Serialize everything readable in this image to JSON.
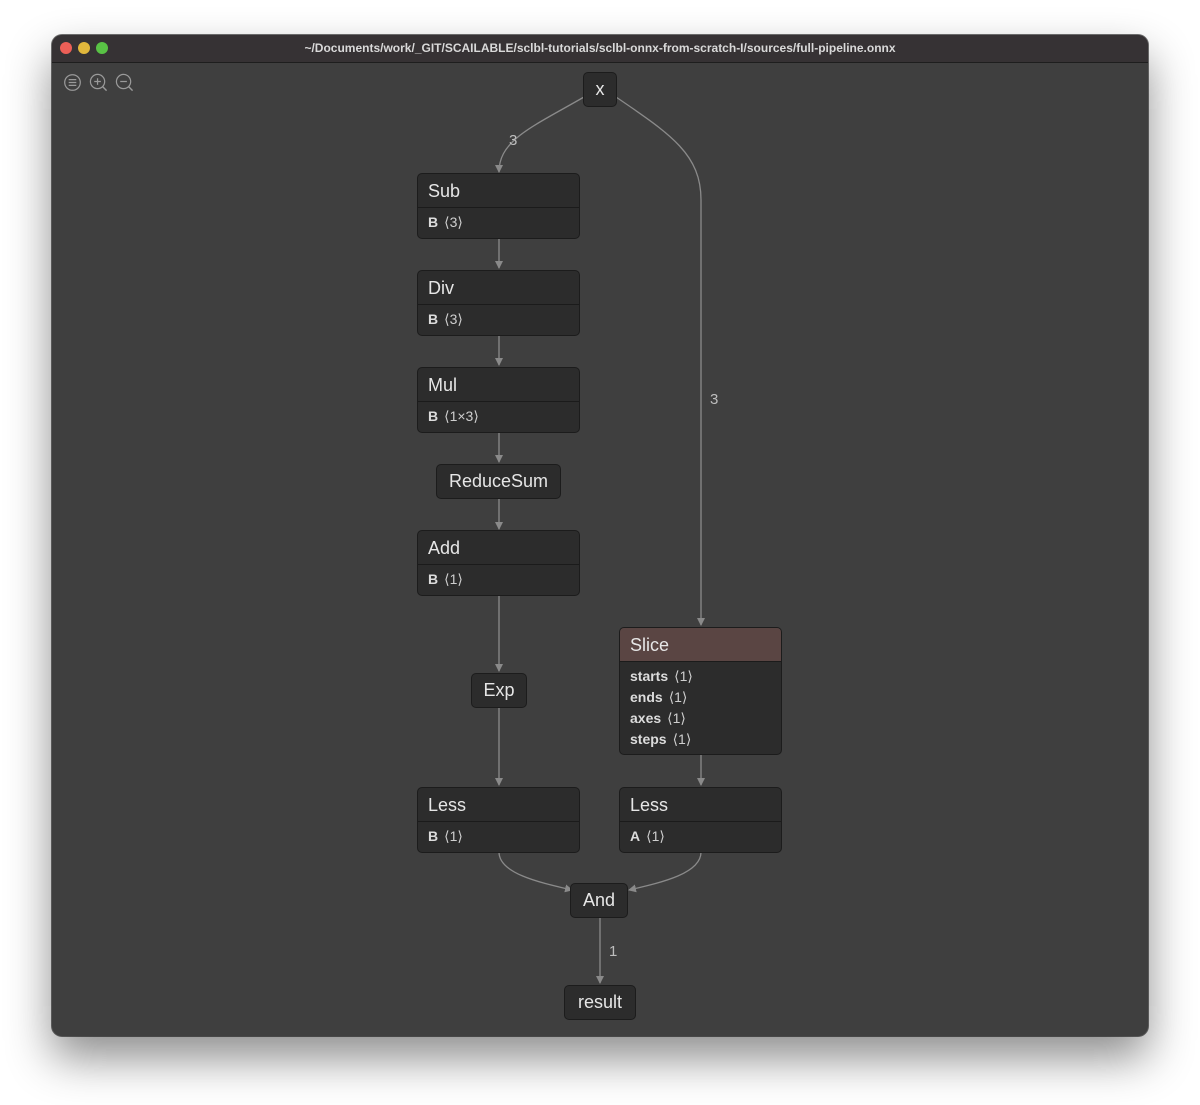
{
  "window": {
    "title": "~/Documents/work/_GIT/SCAILABLE/sclbl-tutorials/sclbl-onnx-from-scratch-I/sources/full-pipeline.onnx"
  },
  "toolbar": {
    "icons": [
      "sidebar-icon",
      "zoom-in-icon",
      "zoom-out-icon"
    ]
  },
  "graph": {
    "input": "x",
    "output": "result",
    "nodes": {
      "sub": {
        "op": "Sub",
        "attrs": [
          {
            "key": "B",
            "value": "⟨3⟩"
          }
        ]
      },
      "div": {
        "op": "Div",
        "attrs": [
          {
            "key": "B",
            "value": "⟨3⟩"
          }
        ]
      },
      "mul": {
        "op": "Mul",
        "attrs": [
          {
            "key": "B",
            "value": "⟨1×3⟩"
          }
        ]
      },
      "reducesum": {
        "op": "ReduceSum"
      },
      "add": {
        "op": "Add",
        "attrs": [
          {
            "key": "B",
            "value": "⟨1⟩"
          }
        ]
      },
      "exp": {
        "op": "Exp"
      },
      "less_left": {
        "op": "Less",
        "attrs": [
          {
            "key": "B",
            "value": "⟨1⟩"
          }
        ]
      },
      "slice": {
        "op": "Slice",
        "attrs": [
          {
            "key": "starts",
            "value": "⟨1⟩"
          },
          {
            "key": "ends",
            "value": "⟨1⟩"
          },
          {
            "key": "axes",
            "value": "⟨1⟩"
          },
          {
            "key": "steps",
            "value": "⟨1⟩"
          }
        ]
      },
      "less_right": {
        "op": "Less",
        "attrs": [
          {
            "key": "A",
            "value": "⟨1⟩"
          }
        ]
      },
      "and": {
        "op": "And"
      }
    },
    "edge_labels": {
      "x_to_sub": "3",
      "x_to_slice": "3",
      "and_to_result": "1"
    },
    "colors": {
      "background": "#3f3f3f",
      "node": "#2c2c2c",
      "highlight_header": "#5a4543",
      "edge": "#8a8a8a"
    }
  }
}
